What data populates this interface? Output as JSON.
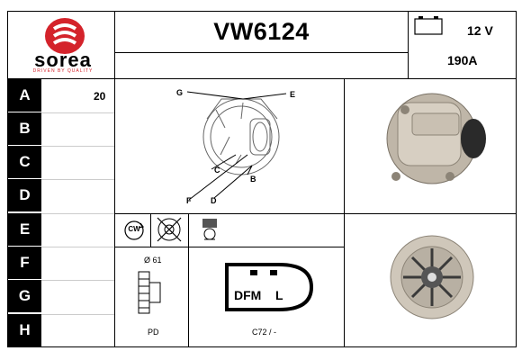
{
  "brand": {
    "name": "sorea",
    "tagline": "DRIVEN BY QUALITY",
    "color": "#d4232b"
  },
  "product": {
    "reference": "VW6124",
    "voltage": "12 V",
    "amperage": "190A"
  },
  "rows": [
    {
      "label": "A",
      "value": "20"
    },
    {
      "label": "B",
      "value": ""
    },
    {
      "label": "C",
      "value": ""
    },
    {
      "label": "D",
      "value": ""
    },
    {
      "label": "E",
      "value": ""
    },
    {
      "label": "F",
      "value": ""
    },
    {
      "label": "G",
      "value": ""
    },
    {
      "label": "H",
      "value": ""
    }
  ],
  "diagram": {
    "labels": {
      "G": "G",
      "E": "E",
      "C": "C",
      "B": "B",
      "F": "F",
      "D": "D"
    }
  },
  "rotation": "CW",
  "pulley": {
    "diameter": "Ø 61",
    "type": "PD"
  },
  "connector": {
    "text_dfm": "DFM",
    "text_l": "L",
    "code": "C72 / -"
  }
}
